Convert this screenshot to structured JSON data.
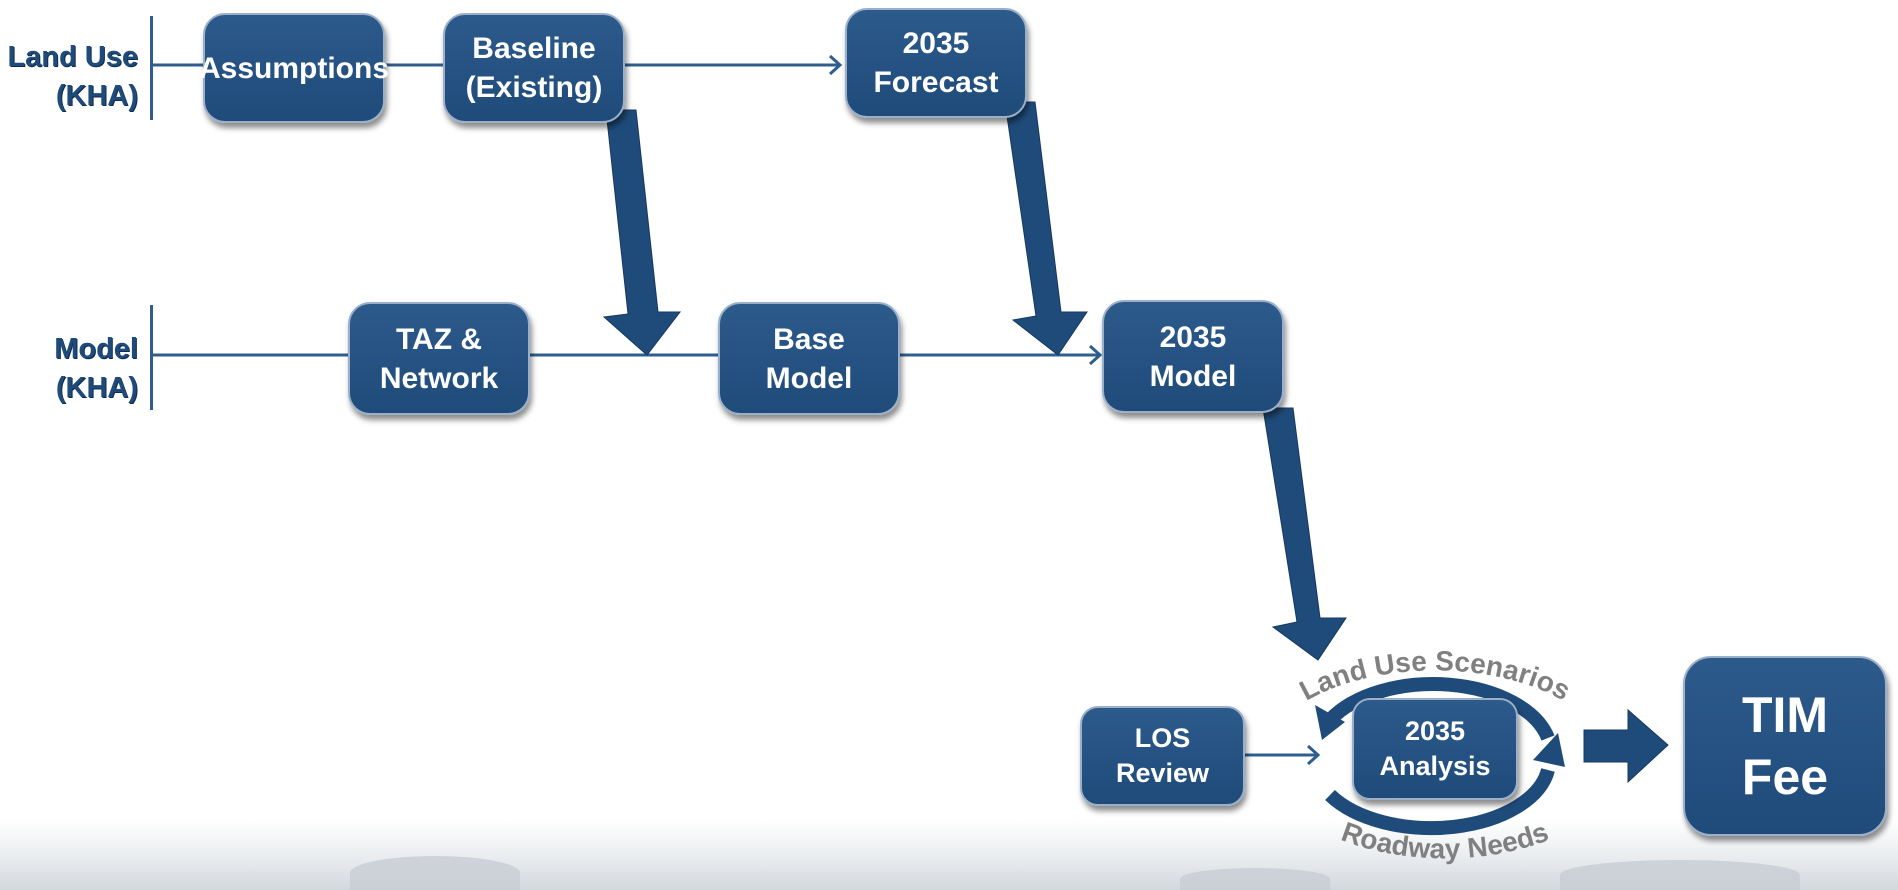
{
  "row_labels": {
    "land_use": [
      "Land Use",
      "(KHA)"
    ],
    "model": [
      "Model",
      "(KHA)"
    ]
  },
  "boxes": {
    "assumptions": [
      "Assumptions"
    ],
    "baseline": [
      "Baseline",
      "(Existing)"
    ],
    "forecast_2035": [
      "2035",
      "Forecast"
    ],
    "taz_network": [
      "TAZ &",
      "Network"
    ],
    "base_model": [
      "Base",
      "Model"
    ],
    "model_2035": [
      "2035",
      "Model"
    ],
    "los_review": [
      "LOS",
      "Review"
    ],
    "analysis_2035": [
      "2035",
      "Analysis"
    ],
    "tim_fee": [
      "TIM",
      "Fee"
    ]
  },
  "cycle_labels": {
    "top": "Land Use Scenarios",
    "bottom": "Roadway Needs"
  },
  "colors": {
    "box_fill": "#1f4b7a",
    "line": "#2e5e8e",
    "cycle_text": "#808080"
  }
}
